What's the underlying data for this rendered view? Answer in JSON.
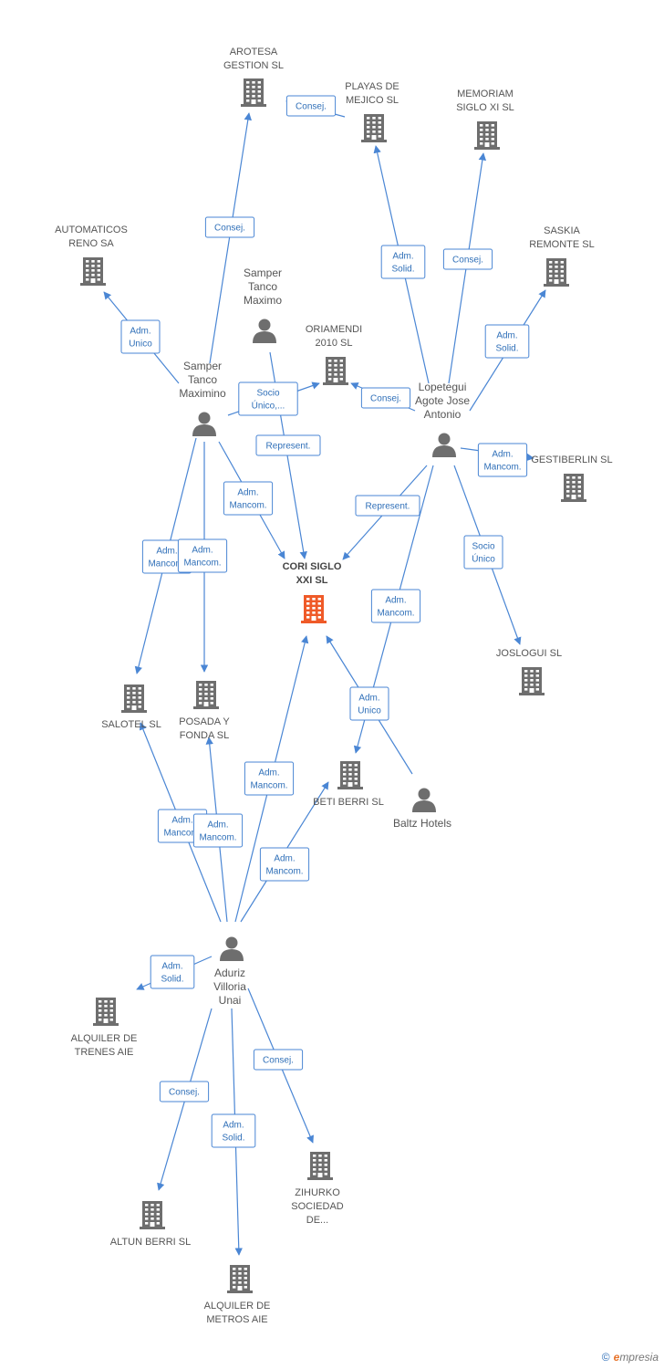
{
  "colors": {
    "edge": "#4a86d4",
    "building": "#6e6e6e",
    "focus_building": "#ef5a28",
    "person": "#6e6e6e"
  },
  "nodes": [
    {
      "id": "arotesa",
      "type": "company",
      "lines": [
        "AROTESA",
        "GESTION SL"
      ]
    },
    {
      "id": "playas",
      "type": "company",
      "lines": [
        "PLAYAS DE",
        "MEJICO  SL"
      ]
    },
    {
      "id": "memoriam",
      "type": "company",
      "lines": [
        "MEMORIAM",
        "SIGLO XI SL"
      ]
    },
    {
      "id": "automaticos",
      "type": "company",
      "lines": [
        "AUTOMATICOS",
        "RENO SA"
      ]
    },
    {
      "id": "saskia",
      "type": "company",
      "lines": [
        "SASKIA",
        "REMONTE SL"
      ]
    },
    {
      "id": "samper2",
      "type": "person",
      "lines": [
        "Samper",
        "Tanco",
        "Maximo"
      ]
    },
    {
      "id": "oriamendi",
      "type": "company",
      "lines": [
        "ORIAMENDI",
        "2010 SL"
      ]
    },
    {
      "id": "samper1",
      "type": "person",
      "lines": [
        "Samper",
        "Tanco",
        "Maximino"
      ]
    },
    {
      "id": "lopetegui",
      "type": "person",
      "lines": [
        "Lopetegui",
        "Agote Jose",
        "Antonio"
      ]
    },
    {
      "id": "gestiberlin",
      "type": "company",
      "lines": [
        "GESTIBERLIN SL"
      ]
    },
    {
      "id": "cori",
      "type": "focus",
      "lines": [
        "CORI SIGLO",
        "XXI SL"
      ]
    },
    {
      "id": "joslogui",
      "type": "company",
      "lines": [
        "JOSLOGUI SL"
      ]
    },
    {
      "id": "salotel",
      "type": "company",
      "lines": [
        "SALOTEL SL"
      ]
    },
    {
      "id": "posada",
      "type": "company",
      "lines": [
        "POSADA Y",
        "FONDA SL"
      ]
    },
    {
      "id": "betiberri",
      "type": "company",
      "lines": [
        "BETI BERRI SL"
      ]
    },
    {
      "id": "baltz",
      "type": "person",
      "lines": [
        "Baltz Hotels"
      ]
    },
    {
      "id": "aduriz",
      "type": "person",
      "lines": [
        "Aduriz",
        "Villoria",
        "Unai"
      ]
    },
    {
      "id": "alqtrenes",
      "type": "company",
      "lines": [
        "ALQUILER DE",
        "TRENES AIE"
      ]
    },
    {
      "id": "zihurko",
      "type": "company",
      "lines": [
        "ZIHURKO",
        "SOCIEDAD",
        "DE..."
      ]
    },
    {
      "id": "altunberri",
      "type": "company",
      "lines": [
        "ALTUN BERRI SL"
      ]
    },
    {
      "id": "alqmetros",
      "type": "company",
      "lines": [
        "ALQUILER DE",
        "METROS AIE"
      ]
    }
  ],
  "edges": [
    {
      "from": "playas",
      "to": "arotesa",
      "lines": [
        "Consej."
      ]
    },
    {
      "from": "samper1",
      "to": "arotesa",
      "lines": [
        "Consej."
      ]
    },
    {
      "from": "samper1",
      "to": "automaticos",
      "lines": [
        "Adm.",
        "Unico"
      ]
    },
    {
      "from": "samper1",
      "to": "oriamendi",
      "lines": [
        "Socio",
        "Único,..."
      ]
    },
    {
      "from": "samper2",
      "to": "cori",
      "lines": [
        "Represent."
      ]
    },
    {
      "from": "samper1",
      "to": "cori",
      "lines": [
        "Adm.",
        "Mancom."
      ]
    },
    {
      "from": "samper1",
      "to": "salotel",
      "lines": [
        "Adm.",
        "Mancom."
      ]
    },
    {
      "from": "samper1",
      "to": "posada",
      "lines": [
        "Adm.",
        "Mancom."
      ]
    },
    {
      "from": "lopetegui",
      "to": "playas",
      "lines": [
        "Adm.",
        "Solid."
      ]
    },
    {
      "from": "lopetegui",
      "to": "memoriam",
      "lines": [
        "Consej."
      ]
    },
    {
      "from": "lopetegui",
      "to": "saskia",
      "lines": [
        "Adm.",
        "Solid."
      ]
    },
    {
      "from": "lopetegui",
      "to": "oriamendi",
      "lines": [
        "Consej."
      ]
    },
    {
      "from": "lopetegui",
      "to": "gestiberlin",
      "lines": [
        "Adm.",
        "Mancom."
      ]
    },
    {
      "from": "lopetegui",
      "to": "cori",
      "lines": [
        "Represent."
      ]
    },
    {
      "from": "lopetegui",
      "to": "joslogui",
      "lines": [
        "Socio",
        "Único"
      ]
    },
    {
      "from": "lopetegui",
      "to": "betiberri",
      "lines": [
        "Adm.",
        "Mancom."
      ]
    },
    {
      "from": "baltz",
      "to": "cori",
      "lines": [
        "Adm.",
        "Unico"
      ]
    },
    {
      "from": "aduriz",
      "to": "cori",
      "lines": [
        "Adm.",
        "Mancom."
      ]
    },
    {
      "from": "aduriz",
      "to": "salotel",
      "lines": [
        "Adm.",
        "Mancom."
      ]
    },
    {
      "from": "aduriz",
      "to": "posada",
      "lines": [
        "Adm.",
        "Mancom."
      ]
    },
    {
      "from": "aduriz",
      "to": "betiberri",
      "lines": [
        "Adm.",
        "Mancom."
      ]
    },
    {
      "from": "aduriz",
      "to": "alqtrenes",
      "lines": [
        "Adm.",
        "Solid."
      ]
    },
    {
      "from": "aduriz",
      "to": "zihurko",
      "lines": [
        "Consej."
      ]
    },
    {
      "from": "aduriz",
      "to": "altunberri",
      "lines": [
        "Consej."
      ]
    },
    {
      "from": "aduriz",
      "to": "alqmetros",
      "lines": [
        "Adm.",
        "Solid."
      ]
    }
  ],
  "footer": {
    "copyright": "©",
    "brand_initial": "e",
    "brand_rest": "mpresia"
  }
}
